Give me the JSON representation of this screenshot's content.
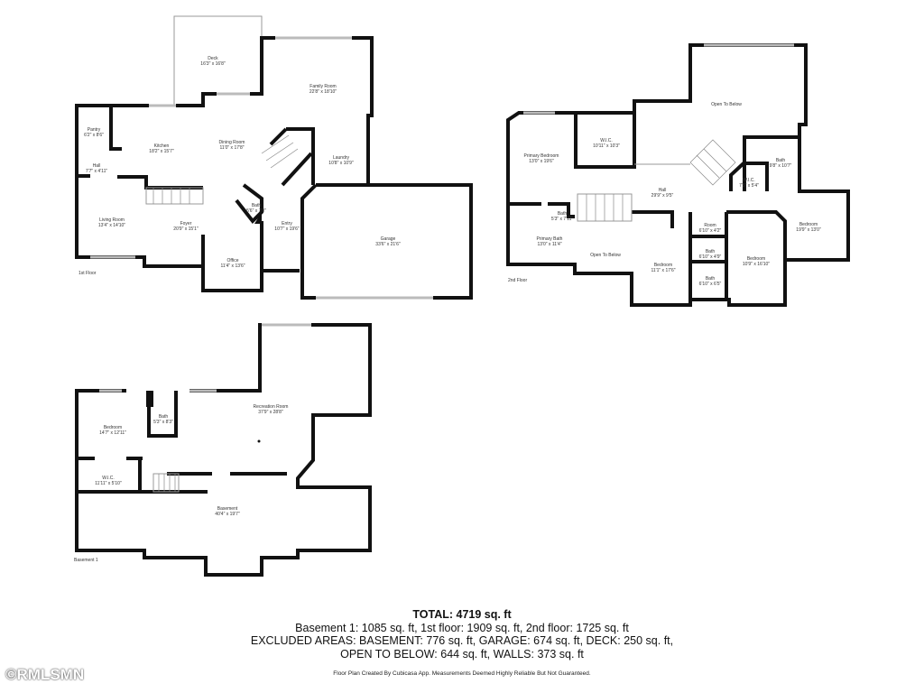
{
  "floors": {
    "first": {
      "label": "1st Floor",
      "rooms": [
        {
          "name": "Deck",
          "dims": "16'3\" x 16'8\""
        },
        {
          "name": "Family Room",
          "dims": "22'8\" x 18'10\""
        },
        {
          "name": "Pantry",
          "dims": "6'2\" x 8'6\""
        },
        {
          "name": "Kitchen",
          "dims": "18'2\" x 15'7\""
        },
        {
          "name": "Dining Room",
          "dims": "11'0\" x 17'8\""
        },
        {
          "name": "Laundry",
          "dims": "10'8\" x 10'9\""
        },
        {
          "name": "Hall",
          "dims": "7'7\" x 4'11\""
        },
        {
          "name": "Living Room",
          "dims": "13'4\" x 14'10\""
        },
        {
          "name": "Foyer",
          "dims": "20'9\" x 15'1\""
        },
        {
          "name": "Bath",
          "dims": "5'6\" x 7'0\""
        },
        {
          "name": "Entry",
          "dims": "10'7\" x 19'6\""
        },
        {
          "name": "Office",
          "dims": "11'4\" x 13'6\""
        },
        {
          "name": "Garage",
          "dims": "33'6\" x 21'6\""
        }
      ]
    },
    "second": {
      "label": "2nd Floor",
      "rooms": [
        {
          "name": "Open To Below",
          "dims": ""
        },
        {
          "name": "Primary Bedroom",
          "dims": "13'0\" x 19'6\""
        },
        {
          "name": "W.I.C.",
          "dims": "10'11\" x 10'3\""
        },
        {
          "name": "Bath",
          "dims": "9'8\" x 10'7\""
        },
        {
          "name": "W.I.C.",
          "dims": "7'5\" x 5'4\""
        },
        {
          "name": "Hall",
          "dims": "29'9\" x 9'5\""
        },
        {
          "name": "Bath",
          "dims": "5'3\" x 7'11\""
        },
        {
          "name": "Primary Bath",
          "dims": "13'0\" x 11'4\""
        },
        {
          "name": "Open To Below",
          "dims": ""
        },
        {
          "name": "Room",
          "dims": "6'10\" x 4'2\""
        },
        {
          "name": "Bath",
          "dims": "6'10\" x 4'9\""
        },
        {
          "name": "Bath",
          "dims": "6'10\" x 6'5\""
        },
        {
          "name": "Bedroom",
          "dims": "11'1\" x 17'6\""
        },
        {
          "name": "Bedroom",
          "dims": "10'9\" x 16'10\""
        },
        {
          "name": "Bedroom",
          "dims": "19'9\" x 13'0\""
        }
      ]
    },
    "basement": {
      "label": "Basement 1",
      "rooms": [
        {
          "name": "Bedroom",
          "dims": "14'7\" x 12'11\""
        },
        {
          "name": "Bath",
          "dims": "5'3\" x 8'3\""
        },
        {
          "name": "Recreation Room",
          "dims": "37'9\" x 28'8\""
        },
        {
          "name": "W.I.C.",
          "dims": "11'11\" x 5'10\""
        },
        {
          "name": "Basement",
          "dims": "40'4\" x 19'7\""
        }
      ]
    }
  },
  "summary": {
    "total": "TOTAL: 4719 sq. ft",
    "line1": "Basement 1: 1085 sq. ft, 1st floor: 1909 sq. ft, 2nd floor: 1725 sq. ft",
    "line2": "EXCLUDED AREAS: BASEMENT: 776 sq. ft, GARAGE: 674 sq. ft, DECK: 250 sq. ft,",
    "line3": "OPEN TO BELOW: 644 sq. ft, WALLS: 373 sq. ft"
  },
  "credit": "Floor Plan Created By Cubicasa App. Measurements Deemed Highly Reliable But Not Guaranteed.",
  "watermark": "©RMLSMN"
}
